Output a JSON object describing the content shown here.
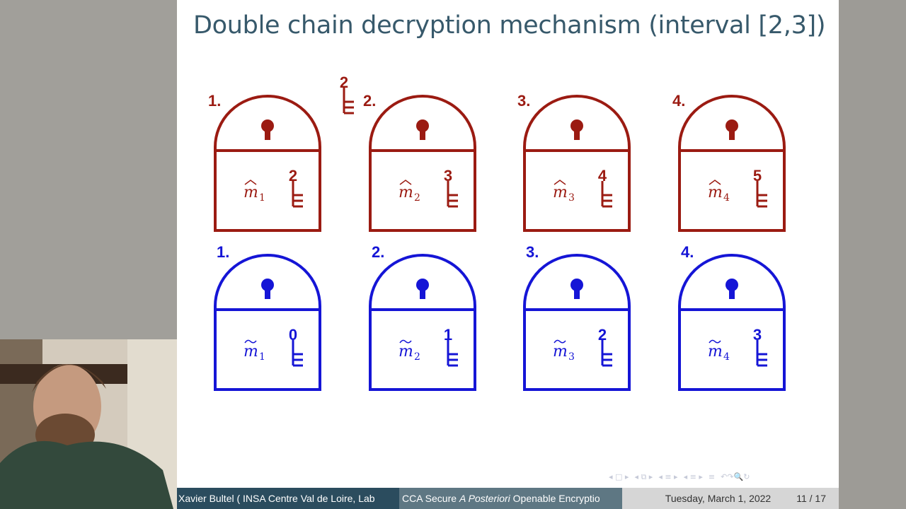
{
  "slide": {
    "title": "Double chain decryption mechanism (interval [2,3])",
    "floating_key_label": "2",
    "red_row": {
      "color": "#9b1b12",
      "locks": [
        {
          "number": "1.",
          "message": "m",
          "subscript": "1",
          "key_label": "2"
        },
        {
          "number": "2.",
          "message": "m",
          "subscript": "2",
          "key_label": "3"
        },
        {
          "number": "3.",
          "message": "m",
          "subscript": "3",
          "key_label": "4"
        },
        {
          "number": "4.",
          "message": "m",
          "subscript": "4",
          "key_label": "5"
        }
      ]
    },
    "blue_row": {
      "color": "#1515d6",
      "locks": [
        {
          "number": "1.",
          "message": "m",
          "subscript": "1",
          "key_label": "0"
        },
        {
          "number": "2.",
          "message": "m",
          "subscript": "2",
          "key_label": "1"
        },
        {
          "number": "3.",
          "message": "m",
          "subscript": "3",
          "key_label": "2"
        },
        {
          "number": "4.",
          "message": "m",
          "subscript": "4",
          "key_label": "3"
        }
      ]
    }
  },
  "nav": {
    "icons": [
      "◂ □ ▸",
      "◂ ⧉ ▸",
      "◂ ≡ ▸",
      "◂ ≡ ▸",
      "≡",
      "↶↷🔍↻"
    ]
  },
  "footer": {
    "author": "Xavier Bultel  ( INSA Centre Val de Loire,  Lab",
    "title_pre": "CCA Secure ",
    "title_italic": "A Posteriori",
    "title_post": " Openable Encryptio",
    "date": "Tuesday, March 1, 2022",
    "page": "11 / 17"
  },
  "webcam": {
    "description_icon": "presenter-video-feed"
  }
}
